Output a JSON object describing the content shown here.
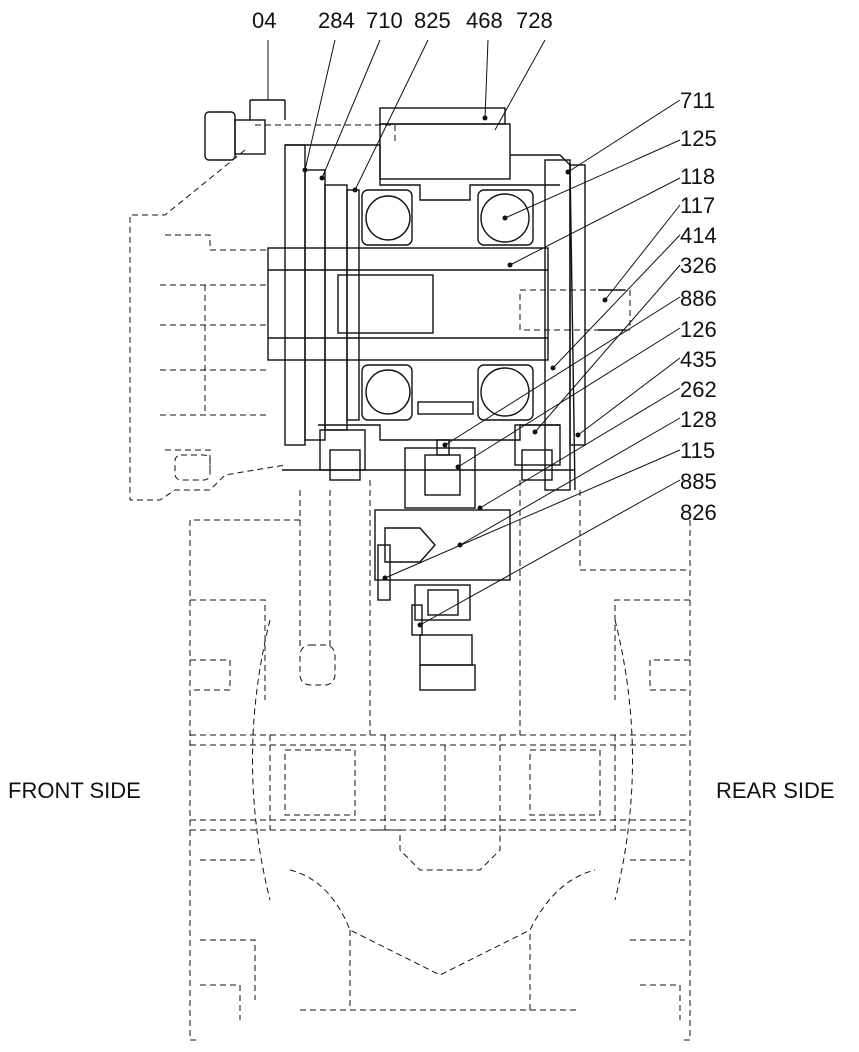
{
  "callouts": [
    {
      "id": "04",
      "text": "04"
    },
    {
      "id": "284",
      "text": "284"
    },
    {
      "id": "710",
      "text": "710"
    },
    {
      "id": "825",
      "text": "825"
    },
    {
      "id": "468",
      "text": "468"
    },
    {
      "id": "728",
      "text": "728"
    },
    {
      "id": "711",
      "text": "711"
    },
    {
      "id": "125",
      "text": "125"
    },
    {
      "id": "118",
      "text": "118"
    },
    {
      "id": "117",
      "text": "117"
    },
    {
      "id": "414",
      "text": "414"
    },
    {
      "id": "326",
      "text": "326"
    },
    {
      "id": "886",
      "text": "886"
    },
    {
      "id": "126",
      "text": "126"
    },
    {
      "id": "435",
      "text": "435"
    },
    {
      "id": "262",
      "text": "262"
    },
    {
      "id": "128",
      "text": "128"
    },
    {
      "id": "115",
      "text": "115"
    },
    {
      "id": "885",
      "text": "885"
    },
    {
      "id": "826",
      "text": "826"
    }
  ],
  "side_labels": {
    "front": "FRONT SIDE",
    "rear": "REAR SIDE"
  }
}
